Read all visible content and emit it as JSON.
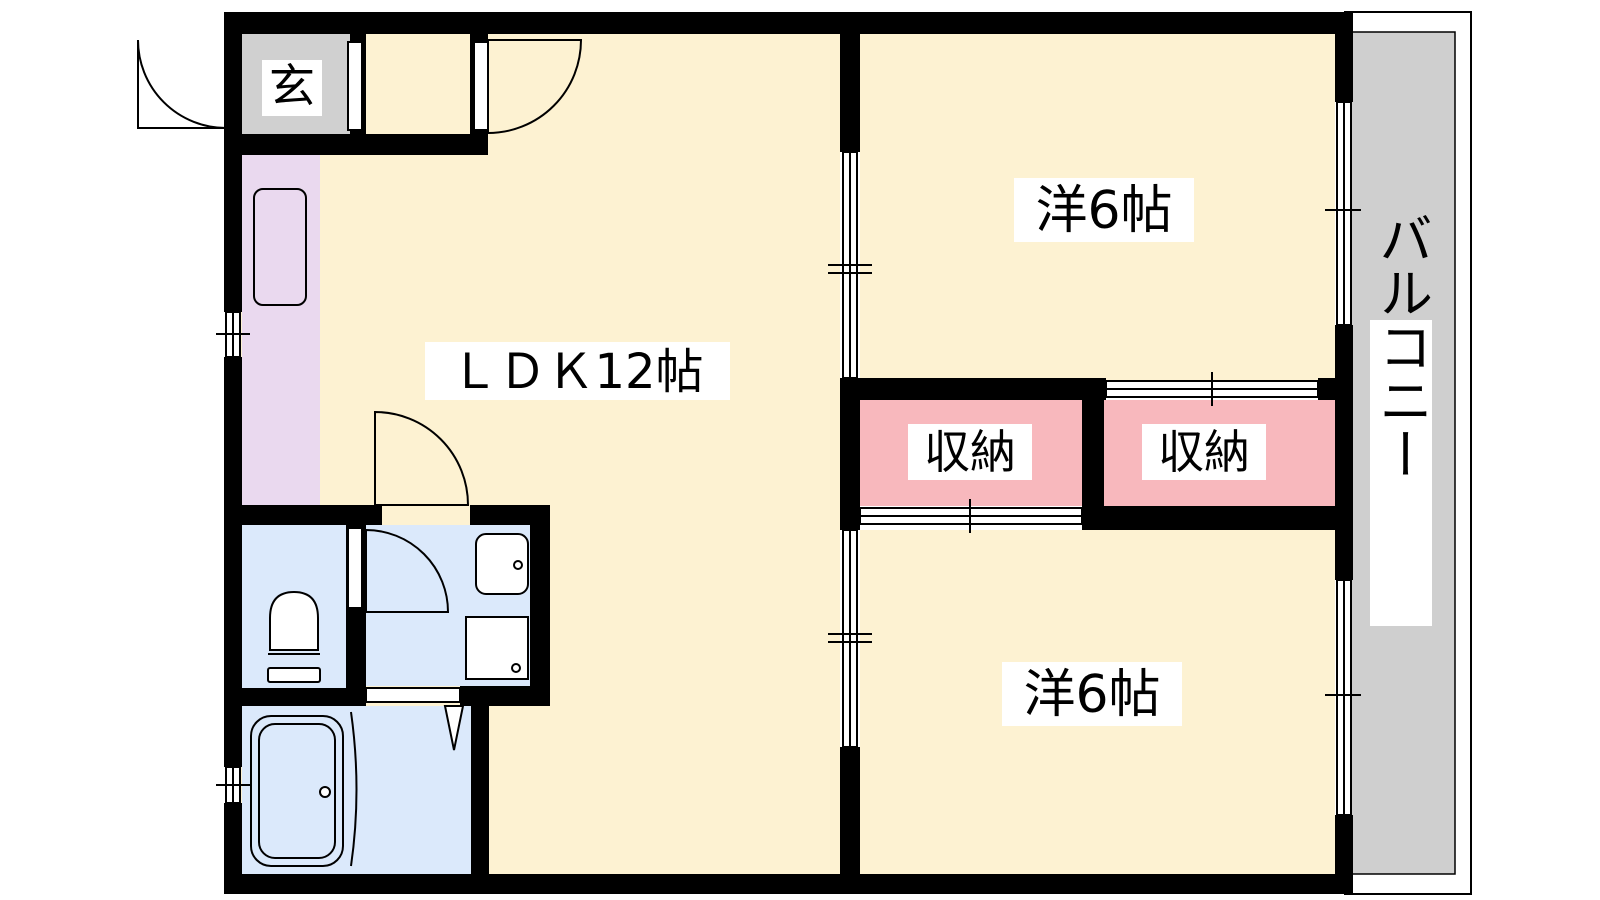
{
  "colors": {
    "wall": "#000000",
    "floor": "#fdf2d2",
    "kitchen": "#ead9ef",
    "wet": "#dbe9fb",
    "storage": "#f8b8bd",
    "entrance": "#d0d0d0",
    "balcony": "#cfcfcf"
  },
  "rooms": {
    "entrance_label": "玄",
    "ldk_label": "ＬＤＫ12帖",
    "western1_label": "洋6帖",
    "western2_label": "洋6帖",
    "storage1_label": "収納",
    "storage2_label": "収納",
    "balcony_label": "バルコニー"
  }
}
